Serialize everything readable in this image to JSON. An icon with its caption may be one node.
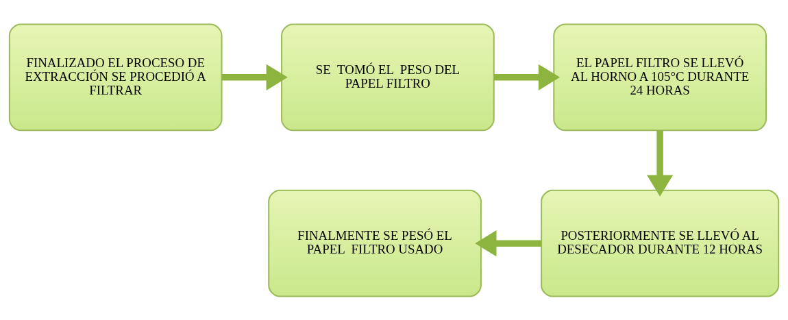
{
  "diagram": {
    "nodes": [
      {
        "text": [
          "FINALIZADO EL PROCESO DE EXTRACCIÓN SE PROCEDIÓ A FILTRAR"
        ]
      },
      {
        "text": [
          "SE  TOMÓ EL  PESO DEL PAPEL FILTRO"
        ]
      },
      {
        "text": [
          "EL PAPEL FILTRO SE LLEVÓ AL HORNO A 105°C DURANTE 24 HORAS"
        ]
      },
      {
        "text": [
          "POSTERIORMENTE SE LLEVÓ AL DESECADOR DURANTE 12 HORAS"
        ]
      },
      {
        "text": [
          "FINALMENTE SE PESÓ EL PAPEL  FILTRO USADO"
        ]
      }
    ],
    "edges": [
      {
        "from": 0,
        "to": 1,
        "arrow": "to"
      },
      {
        "from": 1,
        "to": 2,
        "arrow": "to"
      },
      {
        "from": 2,
        "to": 3,
        "arrow": "to"
      },
      {
        "from": 3,
        "to": 4,
        "arrow": "to"
      }
    ]
  }
}
